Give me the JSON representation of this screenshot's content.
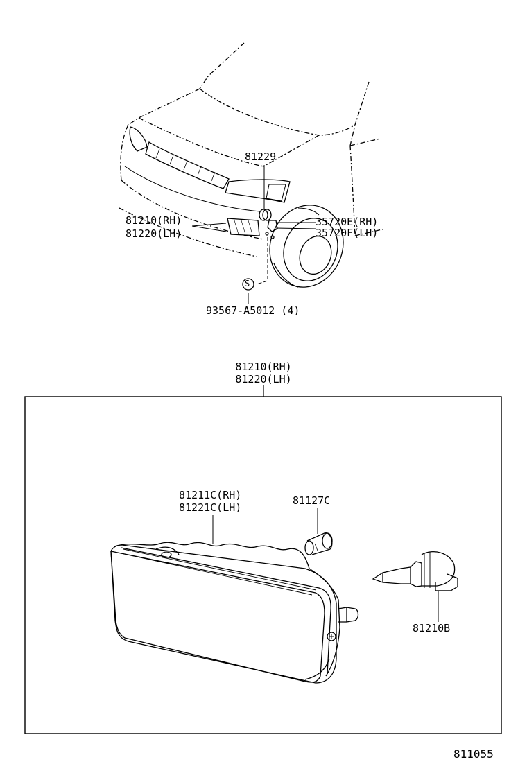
{
  "overview": {
    "callouts": {
      "part_81229": "81229",
      "lamp_rh": "81210(RH)",
      "lamp_lh": "81220(LH)",
      "bracket_rh": "35720E(RH)",
      "bracket_lh": "35720F(LH)",
      "screw": "93567-A5012 (4)",
      "screw_symbol": "S"
    }
  },
  "detail": {
    "header_rh": "81210(RH)",
    "header_lh": "81220(LH)",
    "callouts": {
      "lens_rh": "81211C(RH)",
      "lens_lh": "81221C(LH)",
      "socket": "81127C",
      "bulb": "81210B"
    }
  },
  "figure_number": "811055"
}
